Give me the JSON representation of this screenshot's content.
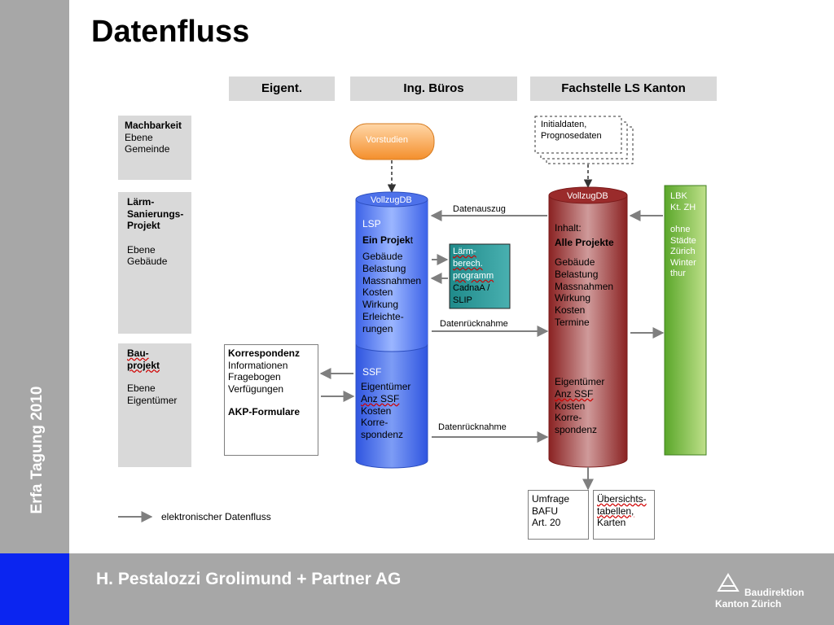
{
  "slide": {
    "title": "Datenfluss",
    "sidebar_text": "Erfa Tagung 2010",
    "footer_text": "H. Pestalozzi  Grolimund + Partner AG",
    "logo": {
      "line1": "Baudirektion",
      "line2": "Kanton Zürich"
    }
  },
  "columns": {
    "eigent": "Eigent.",
    "ing": "Ing. Büros",
    "fachstelle": "Fachstelle LS   Kanton"
  },
  "stages": {
    "machbarkeit": {
      "title": "Machbarkeit",
      "line1": "Ebene",
      "line2": "Gemeinde"
    },
    "laerm": {
      "title1": "Lärm-",
      "title2": "Sanierungs-",
      "title3": "Projekt",
      "line1": "Ebene",
      "line2": "Gebäude"
    },
    "bau": {
      "title1": "Bau-",
      "title2": "projekt",
      "line1": "Ebene",
      "line2": "Eigentümer"
    }
  },
  "vorstudien": "Vorstudien",
  "initialdaten": {
    "line1": "Initialdaten,",
    "line2": "Prognosedaten"
  },
  "left_db": {
    "header": "VollzugDB",
    "lsp": {
      "label": "LSP",
      "title_a": "Ein Projek",
      "title_b": "t",
      "items": [
        "Gebäude",
        "Belastung",
        "Massnahmen",
        "Kosten",
        "Wirkung",
        "Erleichte-",
        "rungen"
      ]
    },
    "ssf": {
      "label": "SSF",
      "items": [
        "Eigentümer",
        "Anz SSF",
        "Kosten",
        "Korre-",
        "spondenz"
      ]
    }
  },
  "right_db": {
    "header": "VollzugDB",
    "inhalt": "Inhalt:",
    "title": "Alle Projekte",
    "items": [
      "Gebäude",
      "Belastung",
      "Massnahmen",
      "Wirkung",
      "Kosten",
      "Termine"
    ],
    "items2": [
      "Eigentümer",
      "Anz SSF",
      "Kosten",
      "Korre-",
      "spondenz"
    ]
  },
  "laermberech": {
    "lines": [
      "Lärm-",
      "berech.",
      "programm",
      "CadnaA /",
      "SLIP"
    ]
  },
  "lbk": {
    "line1": "LBK",
    "line2": "Kt. ZH",
    "items": [
      "ohne",
      "Städte",
      "Zürich",
      "Winter",
      "thur"
    ]
  },
  "korrespondenz": {
    "title": "Korrespondenz",
    "items": [
      "Informationen",
      "Fragebogen",
      "Verfügungen"
    ],
    "footer": "AKP-Formulare"
  },
  "arrows": {
    "datenauszug": "Datenauszug",
    "datenruecknahme1": "Datenrücknahme",
    "datenruecknahme2": "Datenrücknahme"
  },
  "umfrage": {
    "lines": [
      "Umfrage",
      "BAFU",
      "Art. 20"
    ]
  },
  "uebersicht": {
    "lines": [
      "Übersichts-",
      "tabellen,",
      "Karten"
    ]
  },
  "legend": "elektronischer Datenfluss"
}
